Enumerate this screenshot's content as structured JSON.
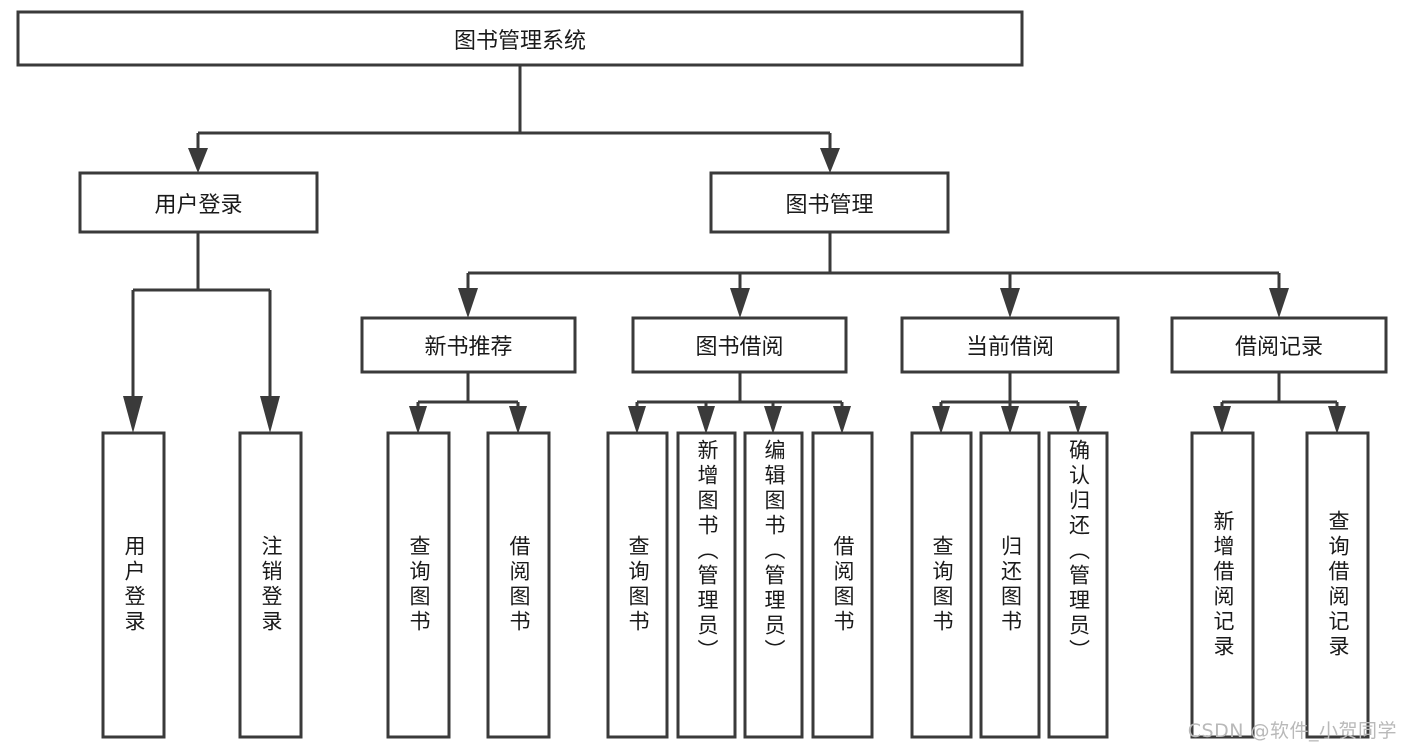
{
  "diagram": {
    "title": "图书管理系统",
    "type": "tree-hierarchy",
    "colors": {
      "background": "#ffffff",
      "box_stroke": "#3a3a3a",
      "box_fill": "#ffffff",
      "text": "#1a1a1a",
      "watermark": "#b9b9b9"
    }
  },
  "root": {
    "label": "图书管理系统"
  },
  "level1": [
    {
      "label": "用户登录"
    },
    {
      "label": "图书管理"
    }
  ],
  "level2": [
    {
      "label": "新书推荐"
    },
    {
      "label": "图书借阅"
    },
    {
      "label": "当前借阅"
    },
    {
      "label": "借阅记录"
    }
  ],
  "leaves": {
    "user_login": [
      {
        "label": "用户登录"
      },
      {
        "label": "注销登录"
      }
    ],
    "new_book_recommend": [
      {
        "label": "查询图书"
      },
      {
        "label": "借阅图书"
      }
    ],
    "book_borrow": [
      {
        "label": "查询图书"
      },
      {
        "label": "新增图书（管理员）"
      },
      {
        "label": "编辑图书（管理员）"
      },
      {
        "label": "借阅图书"
      }
    ],
    "current_borrow": [
      {
        "label": "查询图书"
      },
      {
        "label": "归还图书"
      },
      {
        "label": "确认归还（管理员）"
      }
    ],
    "borrow_record": [
      {
        "label": "新增借阅记录"
      },
      {
        "label": "查询借阅记录"
      }
    ]
  },
  "watermark": {
    "text": "CSDN @软件_小贺同学"
  }
}
